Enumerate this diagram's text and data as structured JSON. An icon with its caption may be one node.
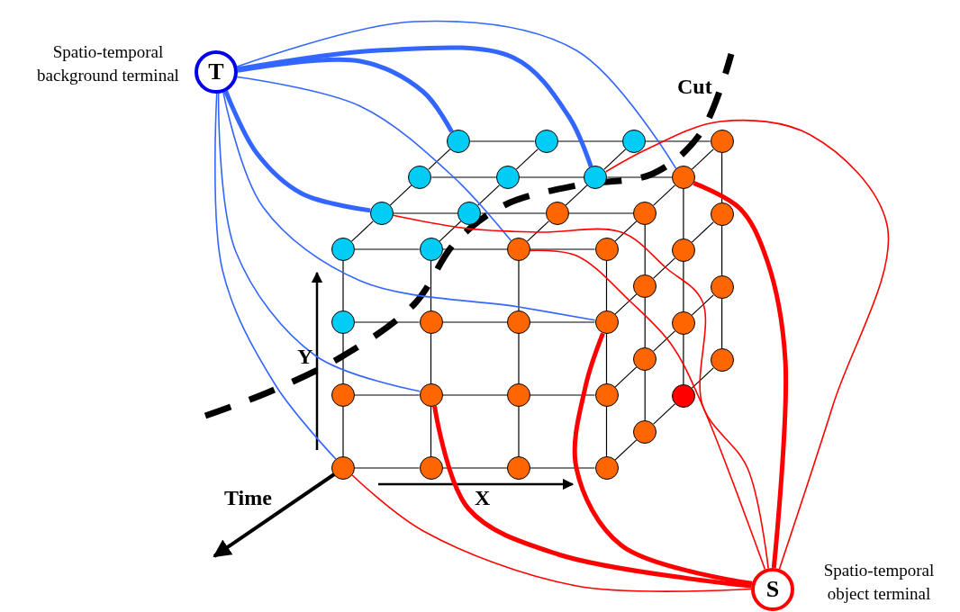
{
  "diagram": {
    "nodes": [
      {
        "text": [
          "T"
        ],
        "beside": [
          "Spatio-temporal background terminal"
        ]
      },
      {
        "text": [],
        "shape": "circle"
      },
      {
        "text": [],
        "shape": "circle"
      },
      {
        "text": [],
        "shape": "circle"
      },
      {
        "text": [],
        "shape": "circle"
      },
      {
        "text": [],
        "shape": "circle"
      },
      {
        "text": [],
        "shape": "circle"
      },
      {
        "text": [],
        "shape": "circle"
      },
      {
        "text": [],
        "shape": "circle"
      },
      {
        "text": [],
        "shape": "circle"
      },
      {
        "text": [],
        "shape": "circle"
      },
      {
        "text": [],
        "shape": "circle"
      },
      {
        "text": [],
        "shape": "circle"
      },
      {
        "text": [],
        "shape": "circle"
      },
      {
        "text": [],
        "shape": "circle"
      },
      {
        "text": [],
        "shape": "circle"
      },
      {
        "text": [],
        "shape": "circle"
      },
      {
        "text": [],
        "shape": "circle"
      },
      {
        "text": [],
        "shape": "circle"
      },
      {
        "text": [],
        "shape": "circle"
      },
      {
        "text": [],
        "shape": "circle"
      },
      {
        "text": [],
        "shape": "circle"
      },
      {
        "text": [],
        "shape": "circle"
      },
      {
        "text": [],
        "shape": "circle"
      },
      {
        "text": [],
        "shape": "circle"
      },
      {
        "text": [],
        "shape": "circle"
      },
      {
        "text": [],
        "shape": "circle"
      },
      {
        "text": [],
        "shape": "circle"
      },
      {
        "text": [],
        "shape": "circle"
      },
      {
        "text": [],
        "shape": "circle"
      },
      {
        "text": [],
        "shape": "circle"
      },
      {
        "text": [],
        "shape": "circle"
      },
      {
        "text": [],
        "shape": "circle"
      },
      {
        "text": [],
        "shape": "circle"
      },
      {
        "text": [],
        "shape": "circle"
      },
      {
        "text": [],
        "shape": "circle"
      },
      {
        "text": [],
        "shape": "circle"
      },
      {
        "text": [],
        "shape": "circle"
      },
      {
        "text": [
          "S"
        ],
        "beside": [
          "Spatio-temporal object terminal"
        ]
      }
    ],
    "edges": [
      {
        "from": 13,
        "to": 14,
        "arrow": "none"
      },
      {
        "from": 14,
        "to": 15,
        "arrow": "none"
      },
      {
        "from": 15,
        "to": 16,
        "arrow": "none"
      },
      {
        "from": 17,
        "to": 18,
        "arrow": "none"
      },
      {
        "from": 18,
        "to": 19,
        "arrow": "none"
      },
      {
        "from": 19,
        "to": 20,
        "arrow": "none"
      },
      {
        "from": 21,
        "to": 22,
        "arrow": "none"
      },
      {
        "from": 22,
        "to": 23,
        "arrow": "none"
      },
      {
        "from": 23,
        "to": 24,
        "arrow": "none"
      },
      {
        "from": 25,
        "to": 26,
        "arrow": "none"
      },
      {
        "from": 26,
        "to": 27,
        "arrow": "none"
      },
      {
        "from": 27,
        "to": 28,
        "arrow": "none"
      },
      {
        "from": 13,
        "to": 17,
        "arrow": "none"
      },
      {
        "from": 14,
        "to": 18,
        "arrow": "none"
      },
      {
        "from": 15,
        "to": 19,
        "arrow": "none"
      },
      {
        "from": 16,
        "to": 20,
        "arrow": "none"
      },
      {
        "from": 17,
        "to": 21,
        "arrow": "none"
      },
      {
        "from": 18,
        "to": 22,
        "arrow": "none"
      },
      {
        "from": 19,
        "to": 23,
        "arrow": "none"
      },
      {
        "from": 20,
        "to": 24,
        "arrow": "none"
      },
      {
        "from": 21,
        "to": 25,
        "arrow": "none"
      },
      {
        "from": 22,
        "to": 26,
        "arrow": "none"
      },
      {
        "from": 23,
        "to": 27,
        "arrow": "none"
      },
      {
        "from": 24,
        "to": 28,
        "arrow": "none"
      },
      {
        "from": 13,
        "to": 9,
        "arrow": "none"
      },
      {
        "from": 9,
        "to": 5,
        "arrow": "none"
      },
      {
        "from": 5,
        "to": 1,
        "arrow": "none"
      },
      {
        "from": 14,
        "to": 10,
        "arrow": "none"
      },
      {
        "from": 10,
        "to": 6,
        "arrow": "none"
      },
      {
        "from": 6,
        "to": 2,
        "arrow": "none"
      },
      {
        "from": 15,
        "to": 11,
        "arrow": "none"
      },
      {
        "from": 11,
        "to": 7,
        "arrow": "none"
      },
      {
        "from": 7,
        "to": 3,
        "arrow": "none"
      },
      {
        "from": 16,
        "to": 12,
        "arrow": "none"
      },
      {
        "from": 12,
        "to": 8,
        "arrow": "none"
      },
      {
        "from": 8,
        "to": 4,
        "arrow": "none"
      },
      {
        "from": 9,
        "to": 10,
        "arrow": "none"
      },
      {
        "from": 10,
        "to": 11,
        "arrow": "none"
      },
      {
        "from": 11,
        "to": 12,
        "arrow": "none"
      },
      {
        "from": 5,
        "to": 6,
        "arrow": "none"
      },
      {
        "from": 6,
        "to": 7,
        "arrow": "none"
      },
      {
        "from": 7,
        "to": 8,
        "arrow": "none"
      },
      {
        "from": 1,
        "to": 2,
        "arrow": "none"
      },
      {
        "from": 2,
        "to": 3,
        "arrow": "none"
      },
      {
        "from": 3,
        "to": 4,
        "arrow": "none"
      },
      {
        "from": 20,
        "to": 29,
        "arrow": "none"
      },
      {
        "from": 29,
        "to": 32,
        "arrow": "none"
      },
      {
        "from": 32,
        "to": 35,
        "arrow": "none"
      },
      {
        "from": 24,
        "to": 30,
        "arrow": "none"
      },
      {
        "from": 30,
        "to": 33,
        "arrow": "none"
      },
      {
        "from": 33,
        "to": 36,
        "arrow": "none"
      },
      {
        "from": 28,
        "to": 31,
        "arrow": "none"
      },
      {
        "from": 31,
        "to": 34,
        "arrow": "none"
      },
      {
        "from": 34,
        "to": 37,
        "arrow": "none"
      },
      {
        "from": 12,
        "to": 29,
        "arrow": "none"
      },
      {
        "from": 29,
        "to": 30,
        "arrow": "none"
      },
      {
        "from": 30,
        "to": 31,
        "arrow": "none"
      },
      {
        "from": 8,
        "to": 32,
        "arrow": "none"
      },
      {
        "from": 32,
        "to": 33,
        "arrow": "none"
      },
      {
        "from": 33,
        "to": 34,
        "arrow": "none"
      },
      {
        "from": 4,
        "to": 35,
        "arrow": "none"
      },
      {
        "from": 35,
        "to": 36,
        "arrow": "none"
      },
      {
        "from": 36,
        "to": 37,
        "arrow": "none"
      },
      {
        "from": 0,
        "to": 1,
        "arrow": "none",
        "style": "thick",
        "color": "#3366ff"
      },
      {
        "from": 0,
        "to": 7,
        "arrow": "none",
        "style": "thick",
        "color": "#3366ff"
      },
      {
        "from": 0,
        "to": 9,
        "arrow": "none",
        "style": "thick",
        "color": "#3366ff"
      },
      {
        "from": 0,
        "to": 8,
        "arrow": "none",
        "color": "#3366ff"
      },
      {
        "from": 0,
        "to": 15,
        "arrow": "none",
        "color": "#3366ff"
      },
      {
        "from": 0,
        "to": 20,
        "arrow": "none",
        "color": "#3366ff"
      },
      {
        "from": 0,
        "to": 22,
        "arrow": "none",
        "color": "#3366ff"
      },
      {
        "from": 0,
        "to": 25,
        "arrow": "none",
        "color": "#3366ff"
      },
      {
        "from": 38,
        "to": 8,
        "arrow": "none",
        "style": "thick",
        "color": "#ff0000"
      },
      {
        "from": 38,
        "to": 20,
        "arrow": "none",
        "style": "thick",
        "color": "#ff0000"
      },
      {
        "from": 38,
        "to": 22,
        "arrow": "none",
        "style": "thick",
        "color": "#ff0000"
      },
      {
        "from": 38,
        "to": 7,
        "arrow": "none",
        "color": "#ff0000"
      },
      {
        "from": 38,
        "to": 9,
        "arrow": "none",
        "color": "#ff0000"
      },
      {
        "from": 38,
        "to": 15,
        "arrow": "none",
        "color": "#ff0000"
      },
      {
        "from": 38,
        "to": 25,
        "arrow": "none",
        "color": "#ff0000"
      }
    ],
    "labels": [
      "Cut",
      "Y",
      "Time",
      "X"
    ]
  }
}
